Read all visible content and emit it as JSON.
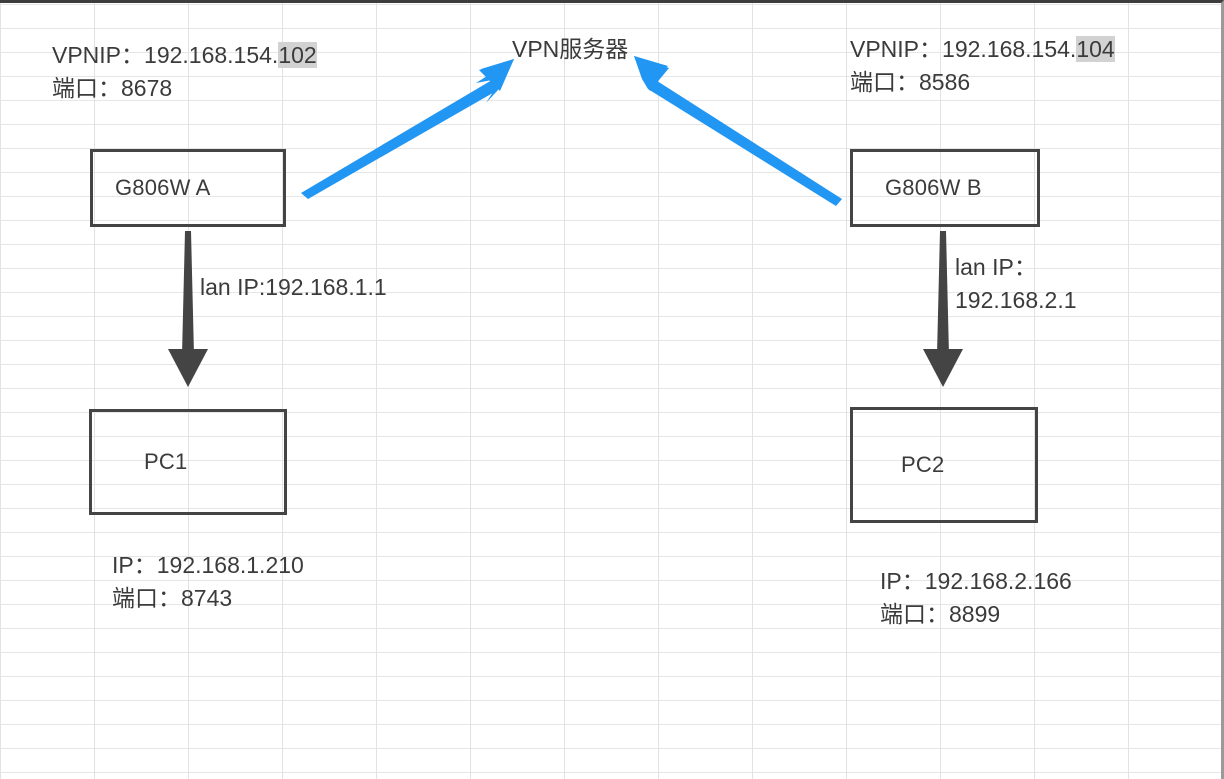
{
  "diagram": {
    "title": "VPN network topology",
    "colors": {
      "arrow_blue": "#2196f3",
      "arrow_dark": "#444444",
      "box_border": "#444444",
      "text": "#3b3b3b",
      "grid_line": "#e4e4e4",
      "highlight": "#d2d2d2"
    },
    "server": {
      "label": "VPN服务器"
    },
    "left_branch": {
      "vpn_line1_prefix": "VPNIP：192.168.154.",
      "vpn_line1_highlight": "102",
      "vpn_line2": "端口：8678",
      "router_label": "G806W A",
      "lan_label": "lan IP:192.168.1.1",
      "pc_label": "PC1",
      "pc_ip": "IP：192.168.1.210",
      "pc_port": "端口：8743"
    },
    "right_branch": {
      "vpn_line1_prefix": "VPNIP：192.168.154.",
      "vpn_line1_highlight": "104",
      "vpn_line2": "端口：8586",
      "router_label": "G806W B",
      "lan_label_line1": "lan IP：",
      "lan_label_line2": "192.168.2.1",
      "pc_label": "PC2",
      "pc_ip": "IP：192.168.2.166",
      "pc_port": "端口：8899"
    },
    "icons": {
      "arrow_up_right": "arrow-up-right-icon",
      "arrow_up_left": "arrow-up-left-icon",
      "arrow_down_left": "arrow-down-icon",
      "arrow_down_right": "arrow-down-icon"
    }
  }
}
